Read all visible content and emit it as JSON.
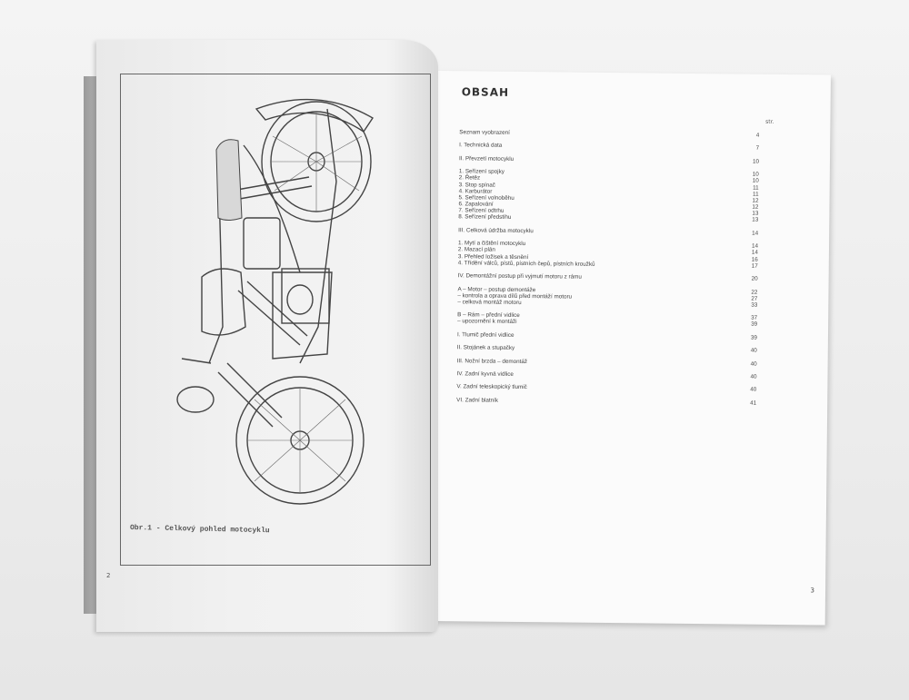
{
  "left_page": {
    "caption": "Obr.1 - Celkový pohled motocyklu",
    "page_number": "2"
  },
  "right_page": {
    "heading": "OBSAH",
    "str_label": "str.",
    "page_number": "3",
    "toc": [
      {
        "title": "Seznam vyobrazení",
        "page": "4"
      },
      {
        "title": "",
        "page": ""
      },
      {
        "title": "I. Technická data",
        "page": "7"
      },
      {
        "title": "",
        "page": ""
      },
      {
        "title": "II. Převzetí motocyklu",
        "page": "10"
      },
      {
        "title": "",
        "page": ""
      },
      {
        "title": "1. Seřízení spojky",
        "page": "10"
      },
      {
        "title": "2. Řetěz",
        "page": "10"
      },
      {
        "title": "3. Stop spínač",
        "page": "11"
      },
      {
        "title": "4. Karburátor",
        "page": "11"
      },
      {
        "title": "5. Seřízení volnoběhu",
        "page": "12"
      },
      {
        "title": "6. Zapalování",
        "page": "12"
      },
      {
        "title": "7. Seřízení odtrhu",
        "page": "13"
      },
      {
        "title": "8. Seřízení předstihu",
        "page": "13"
      },
      {
        "title": "",
        "page": ""
      },
      {
        "title": "III. Celková údržba motocyklu",
        "page": "14"
      },
      {
        "title": "",
        "page": ""
      },
      {
        "title": "1. Mytí a čištění motocyklu",
        "page": "14"
      },
      {
        "title": "2. Mazací plán",
        "page": "14"
      },
      {
        "title": "3. Přehled ložisek a těsnění",
        "page": "16"
      },
      {
        "title": "4. Třídění válců, pístů, pístních čepů, pístních kroužků",
        "page": "17"
      },
      {
        "title": "",
        "page": ""
      },
      {
        "title": "IV. Demontážní postup při vyjmutí motoru z rámu",
        "page": "20"
      },
      {
        "title": "",
        "page": ""
      },
      {
        "title": "A – Motor – postup demontáže",
        "page": "22"
      },
      {
        "title": "              – kontrola a oprava dílů před montáží motoru",
        "page": "27"
      },
      {
        "title": "              – celková montáž motoru",
        "page": "33"
      },
      {
        "title": "",
        "page": ""
      },
      {
        "title": "B – Rám    – přední vidlice",
        "page": "37"
      },
      {
        "title": "              – upozornění k montáži",
        "page": "39"
      },
      {
        "title": "",
        "page": ""
      },
      {
        "title": "              I. Tlumič přední vidlice",
        "page": "39"
      },
      {
        "title": "",
        "page": ""
      },
      {
        "title": "             II. Stojánek a stupačky",
        "page": "40"
      },
      {
        "title": "",
        "page": ""
      },
      {
        "title": "            III. Nožní brzda – demontáž",
        "page": "40"
      },
      {
        "title": "",
        "page": ""
      },
      {
        "title": "             IV. Zadní kyvná vidlice",
        "page": "40"
      },
      {
        "title": "",
        "page": ""
      },
      {
        "title": "              V. Zadní teleskopický tlumič",
        "page": "40"
      },
      {
        "title": "",
        "page": ""
      },
      {
        "title": "             VI. Zadní blatník",
        "page": "41"
      }
    ]
  }
}
